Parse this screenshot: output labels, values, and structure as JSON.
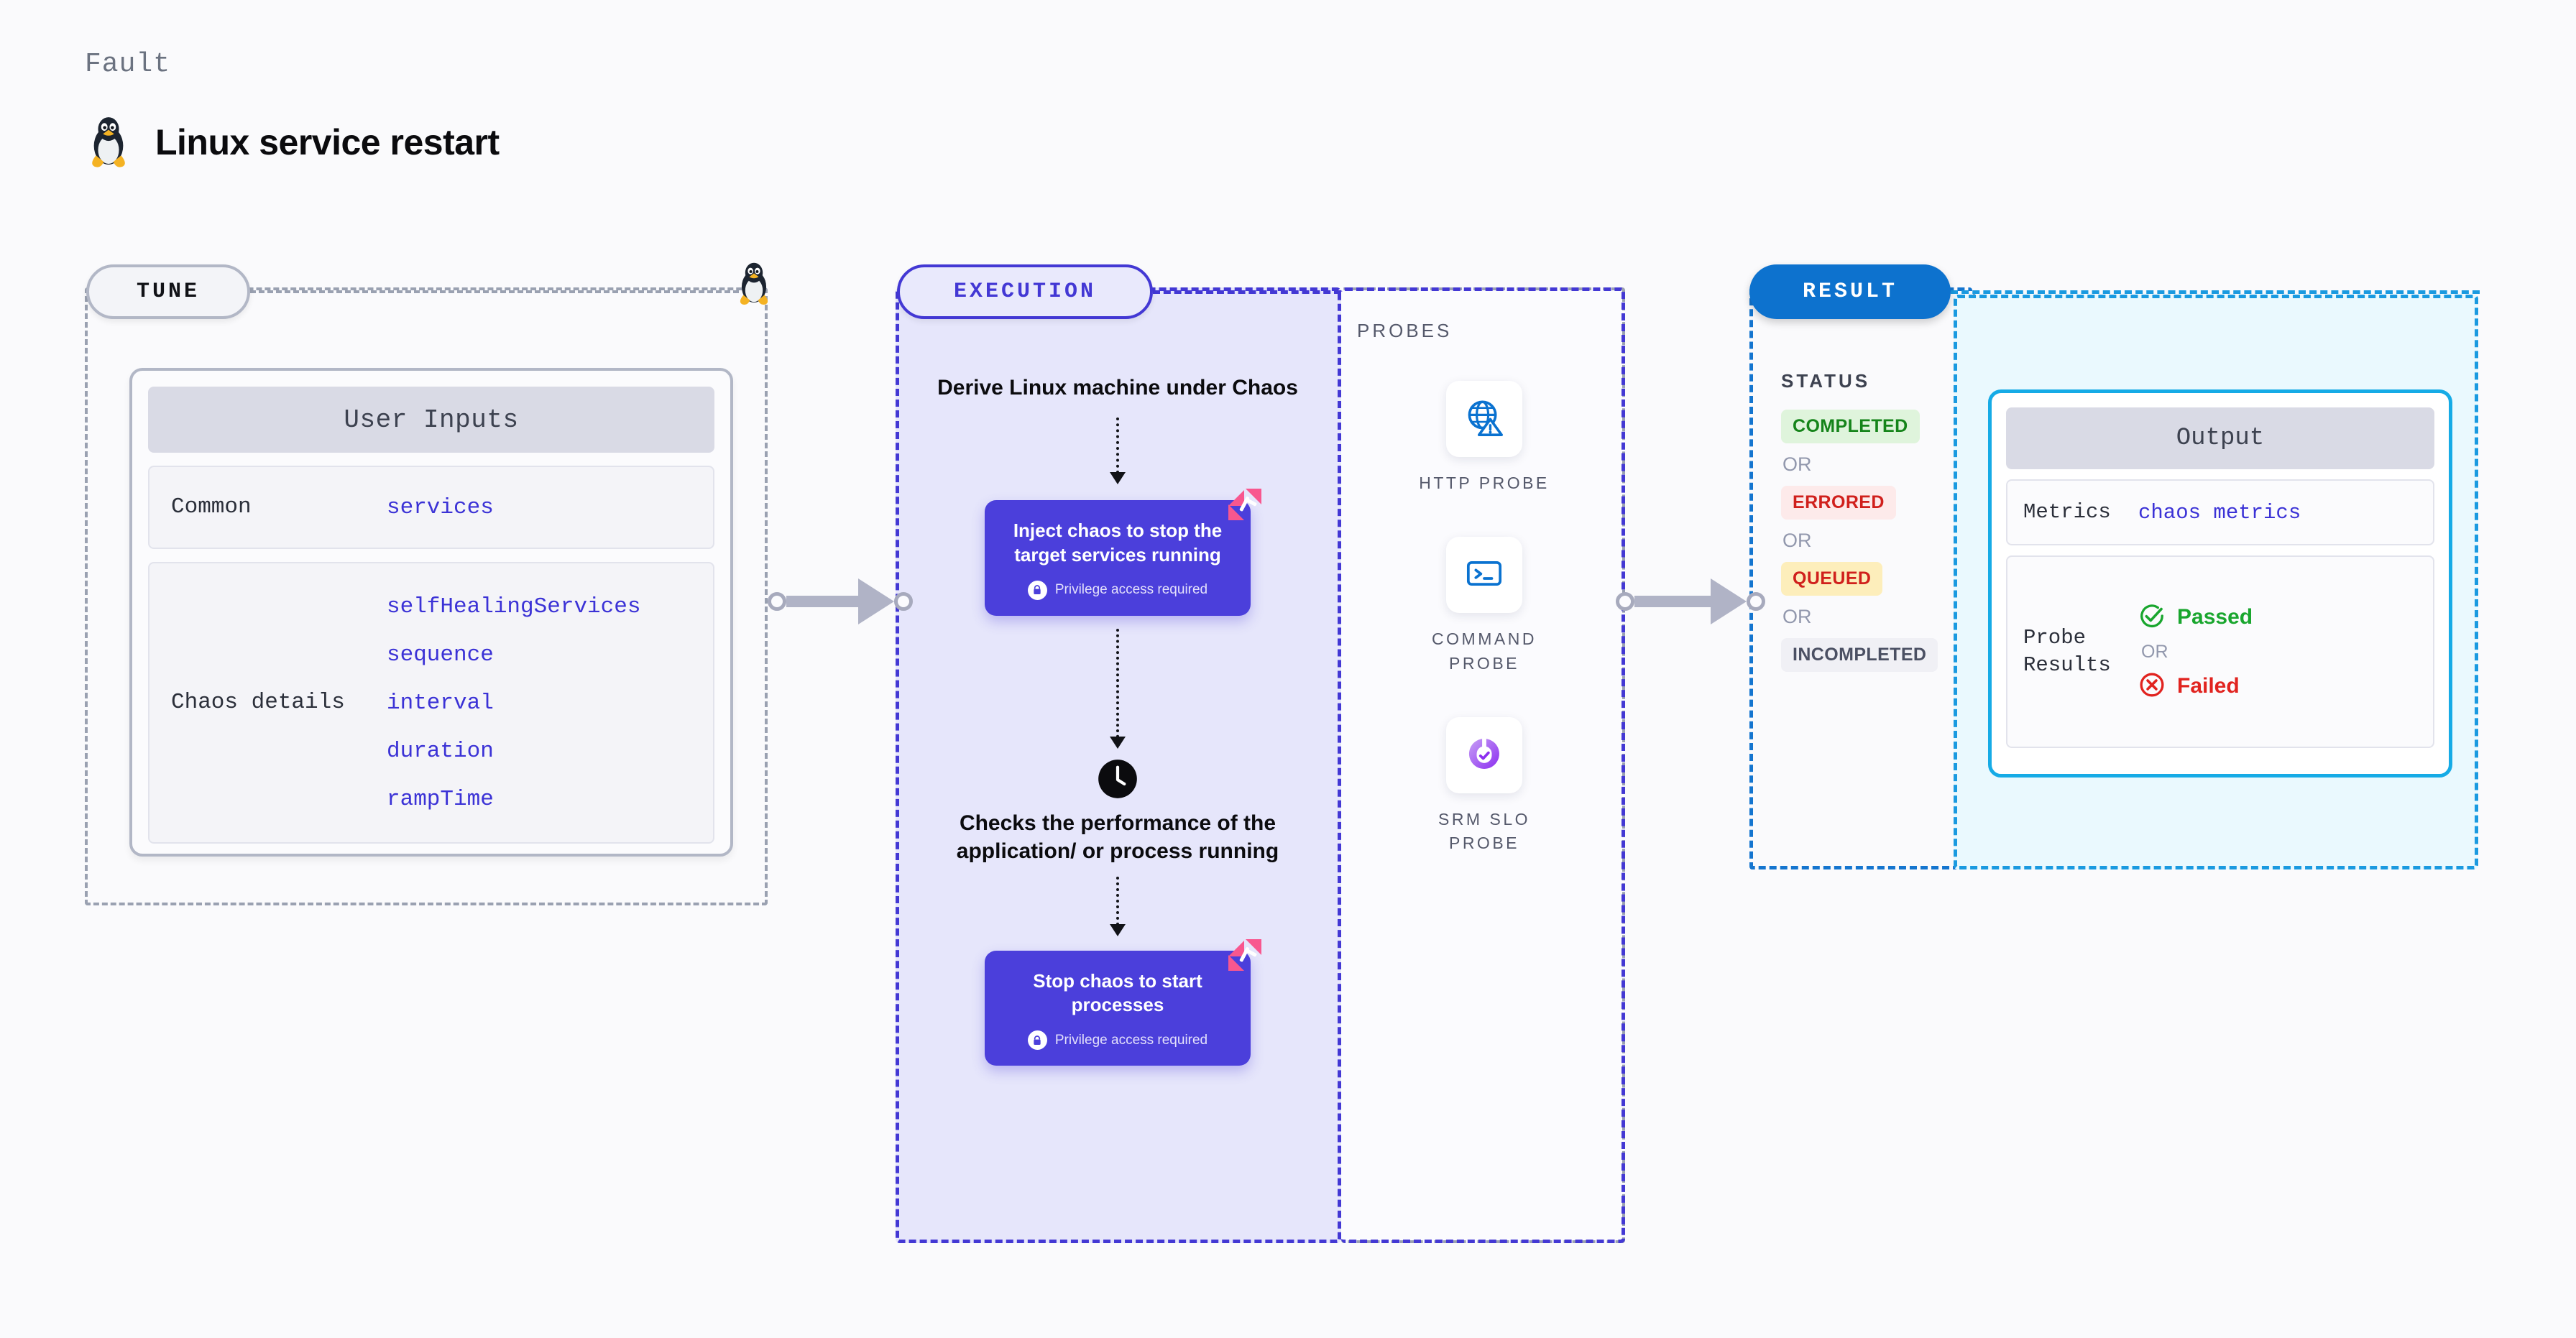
{
  "header": {
    "eyebrow": "Fault",
    "title": "Linux service restart",
    "icon": "linux-tux-icon"
  },
  "tune": {
    "pill_label": "TUNE",
    "card_title": "User Inputs",
    "rows": [
      {
        "key": "Common",
        "values": [
          "services"
        ]
      },
      {
        "key": "Chaos details",
        "values": [
          "selfHealingServices",
          "sequence",
          "interval",
          "duration",
          "rampTime"
        ]
      }
    ]
  },
  "execution": {
    "pill_label": "EXECUTION",
    "steps": {
      "derive": "Derive Linux machine under Chaos",
      "inject_title": "Inject chaos to stop the target services running",
      "inject_sub": "Privilege access required",
      "checks": "Checks the performance of the application/ or process running",
      "stop_title": "Stop chaos to start processes",
      "stop_sub": "Privilege access required"
    },
    "clock_icon": "clock-icon",
    "lock_icon": "lock-icon",
    "brand_icon": "harness-logo-icon"
  },
  "probes": {
    "label": "PROBES",
    "items": [
      {
        "name": "HTTP PROBE",
        "icon": "globe-alert-icon"
      },
      {
        "name": "COMMAND PROBE",
        "icon": "terminal-icon"
      },
      {
        "name": "SRM SLO PROBE",
        "icon": "slo-donut-check-icon"
      }
    ]
  },
  "result": {
    "pill_label": "RESULT",
    "status_label": "STATUS",
    "or_label": "OR",
    "statuses": [
      {
        "label": "COMPLETED",
        "bg": "#dff4dc",
        "fg": "#15841a"
      },
      {
        "label": "ERRORED",
        "bg": "#fdeaea",
        "fg": "#d0201c"
      },
      {
        "label": "QUEUED",
        "bg": "#fdeebb",
        "fg": "#d0201c"
      },
      {
        "label": "INCOMPLETED",
        "bg": "#f0f0f5",
        "fg": "#4b5063"
      }
    ],
    "output": {
      "title": "Output",
      "rows": [
        {
          "key": "Metrics",
          "value": "chaos metrics"
        }
      ],
      "probe_results_key": "Probe Results",
      "passed_label": "Passed",
      "failed_label": "Failed",
      "or_label": "OR",
      "passed_icon": "check-circle-icon",
      "failed_icon": "x-circle-icon"
    }
  },
  "connectors": {
    "arrow_1": "arrow-tune-to-execution",
    "arrow_2": "arrow-probes-to-result"
  },
  "colors": {
    "execution_accent": "#4338d4",
    "result_accent": "#0d72ce",
    "output_accent": "#16abe6",
    "chaos_box": "#4b3fdb",
    "brand_pink": "#f8578f",
    "mono_value": "#3b32d6"
  }
}
